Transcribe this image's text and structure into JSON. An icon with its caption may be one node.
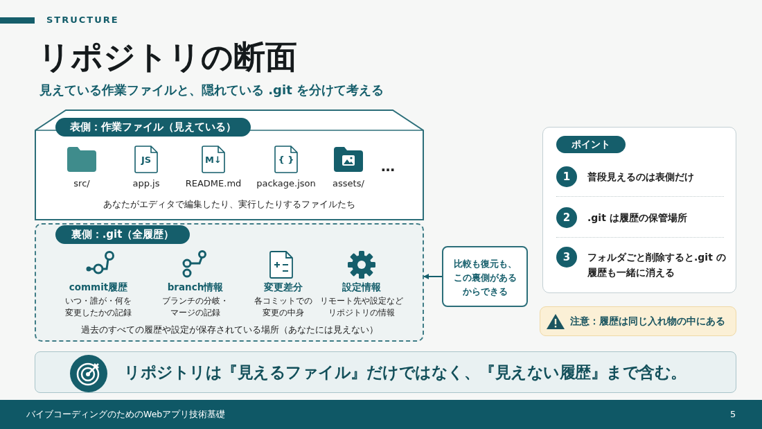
{
  "diagram": {
    "title": "リポジトリの断面",
    "nodes": [
      {
        "text": [
          "表側：作業ファイル（見えている）",
          "あなたがエディタで編集したり、実行したりするファイルたち"
        ]
      },
      {
        "text": [
          "src/"
        ],
        "in": 0
      },
      {
        "text": [
          "JS",
          "app.js"
        ],
        "in": 0
      },
      {
        "text": [
          "M↓",
          "README.md"
        ],
        "in": 0
      },
      {
        "text": [
          "{ }",
          "package.json"
        ],
        "in": 0
      },
      {
        "text": [
          "assets/"
        ],
        "in": 0
      },
      {
        "text": [
          "裏側：.git（全履歴）",
          "過去のすべての履歴や設定が保存されている場所（あなたには見えない）"
        ]
      },
      {
        "text": [
          "commit履歴",
          "いつ・誰が・何を変更したかの記録"
        ],
        "in": 6
      },
      {
        "text": [
          "branch情報",
          "ブランチの分岐・マージの記録"
        ],
        "in": 6
      },
      {
        "text": [
          "変更差分",
          "各コミットでの変更の中身"
        ],
        "in": 6
      },
      {
        "text": [
          "設定情報",
          "リモート先や設定などリポジトリの情報"
        ],
        "in": 6
      },
      {
        "text": [
          "比較も復元も、この裏側があるからできる"
        ]
      },
      {
        "text": [
          "ポイント"
        ]
      },
      {
        "text": [
          "1",
          "普段見えるのは表側だけ"
        ],
        "in": 12
      },
      {
        "text": [
          "2",
          ".git は履歴の保管場所"
        ],
        "in": 12
      },
      {
        "text": [
          "3",
          "フォルダごと削除すると.git の履歴も一緒に消える"
        ],
        "in": 12
      },
      {
        "text": [
          "注意：履歴は同じ入れ物の中にある"
        ]
      },
      {
        "text": [
          "リポジトリは『見えるファイル』だけではなく、『見えない履歴』まで含む。"
        ]
      }
    ],
    "edges": [
      {
        "from": 11,
        "to": 6,
        "arrow": "to"
      }
    ],
    "labels": [
      "STRUCTURE",
      "見えている作業ファイルと、隠れている .git を分けて考える",
      "…",
      "バイブコーディングのためのWebアプリ技術基礎",
      "5"
    ]
  }
}
